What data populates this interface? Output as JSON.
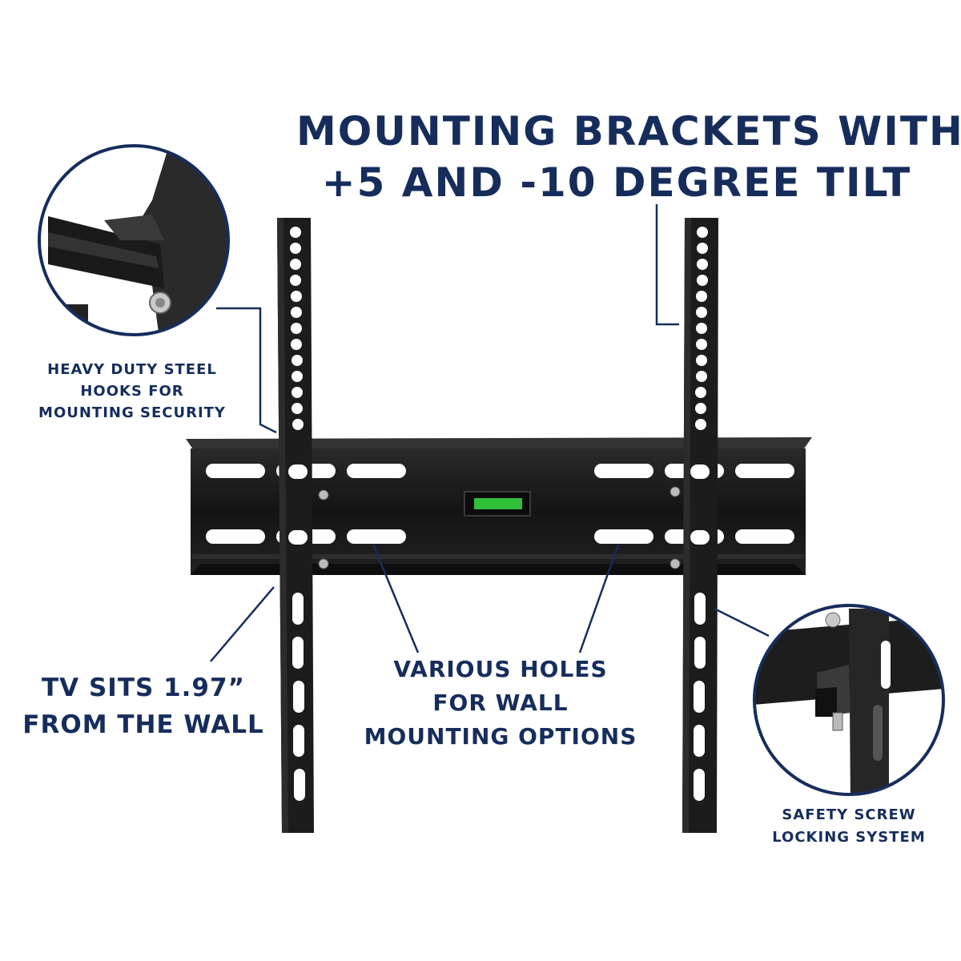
{
  "headline": {
    "line1": "MOUNTING BRACKETS WITH",
    "line2": "+5 AND -10 DEGREE TILT"
  },
  "callouts": {
    "hooks": {
      "line1": "HEAVY DUTY STEEL",
      "line2": "HOOKS FOR",
      "line3": "MOUNTING SECURITY"
    },
    "tv_distance": {
      "line1": "TV SITS 1.97”",
      "line2": "FROM THE WALL"
    },
    "holes": {
      "line1": "VARIOUS HOLES",
      "line2": "FOR WALL",
      "line3": "MOUNTING OPTIONS"
    },
    "screw": {
      "line1": "SAFETY SCREW",
      "line2": "LOCKING SYSTEM"
    }
  },
  "colors": {
    "text": "#162d5c",
    "callout_line": "#162d5c",
    "mount": "#1c1c1c",
    "level_bubble": "#2fbf3a"
  }
}
